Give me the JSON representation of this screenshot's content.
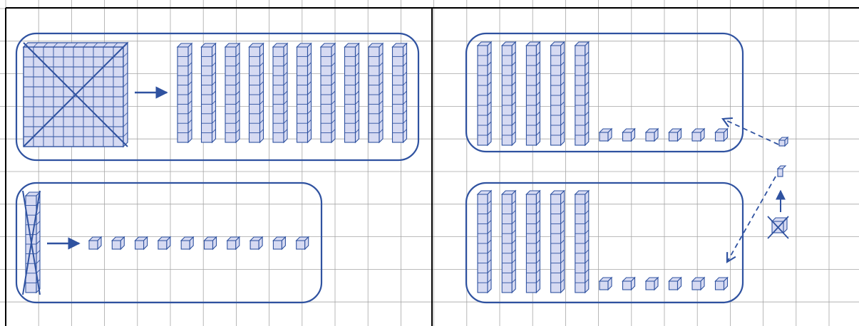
{
  "colors": {
    "background": "#ffffff",
    "grid": "#a6a6a6",
    "border": "#000000",
    "stroke": "#2f52a0",
    "fill": "#d6daf2"
  },
  "diagram": {
    "layout": "two-panel",
    "left_panel": {
      "groups": [
        {
          "name": "hundred-to-tens",
          "from": {
            "kind": "hundred-flat",
            "count": 1,
            "crossed_out": true
          },
          "arrow": "right",
          "to": {
            "kind": "ten-rod",
            "count": 10
          }
        },
        {
          "name": "ten-to-ones",
          "from": {
            "kind": "ten-rod",
            "count": 1,
            "crossed_out": true
          },
          "arrow": "right",
          "to": {
            "kind": "unit-cube",
            "count": 10
          }
        }
      ]
    },
    "right_panel": {
      "groups": [
        {
          "name": "top-group",
          "tens": 5,
          "ones": 6
        },
        {
          "name": "bottom-group",
          "tens": 5,
          "ones": 6
        }
      ],
      "split_cube": {
        "crossed_out": true,
        "parts": 2,
        "arrows": [
          "up",
          "to-top-group",
          "to-bottom-group"
        ],
        "arrow_style": "dashed"
      }
    }
  }
}
